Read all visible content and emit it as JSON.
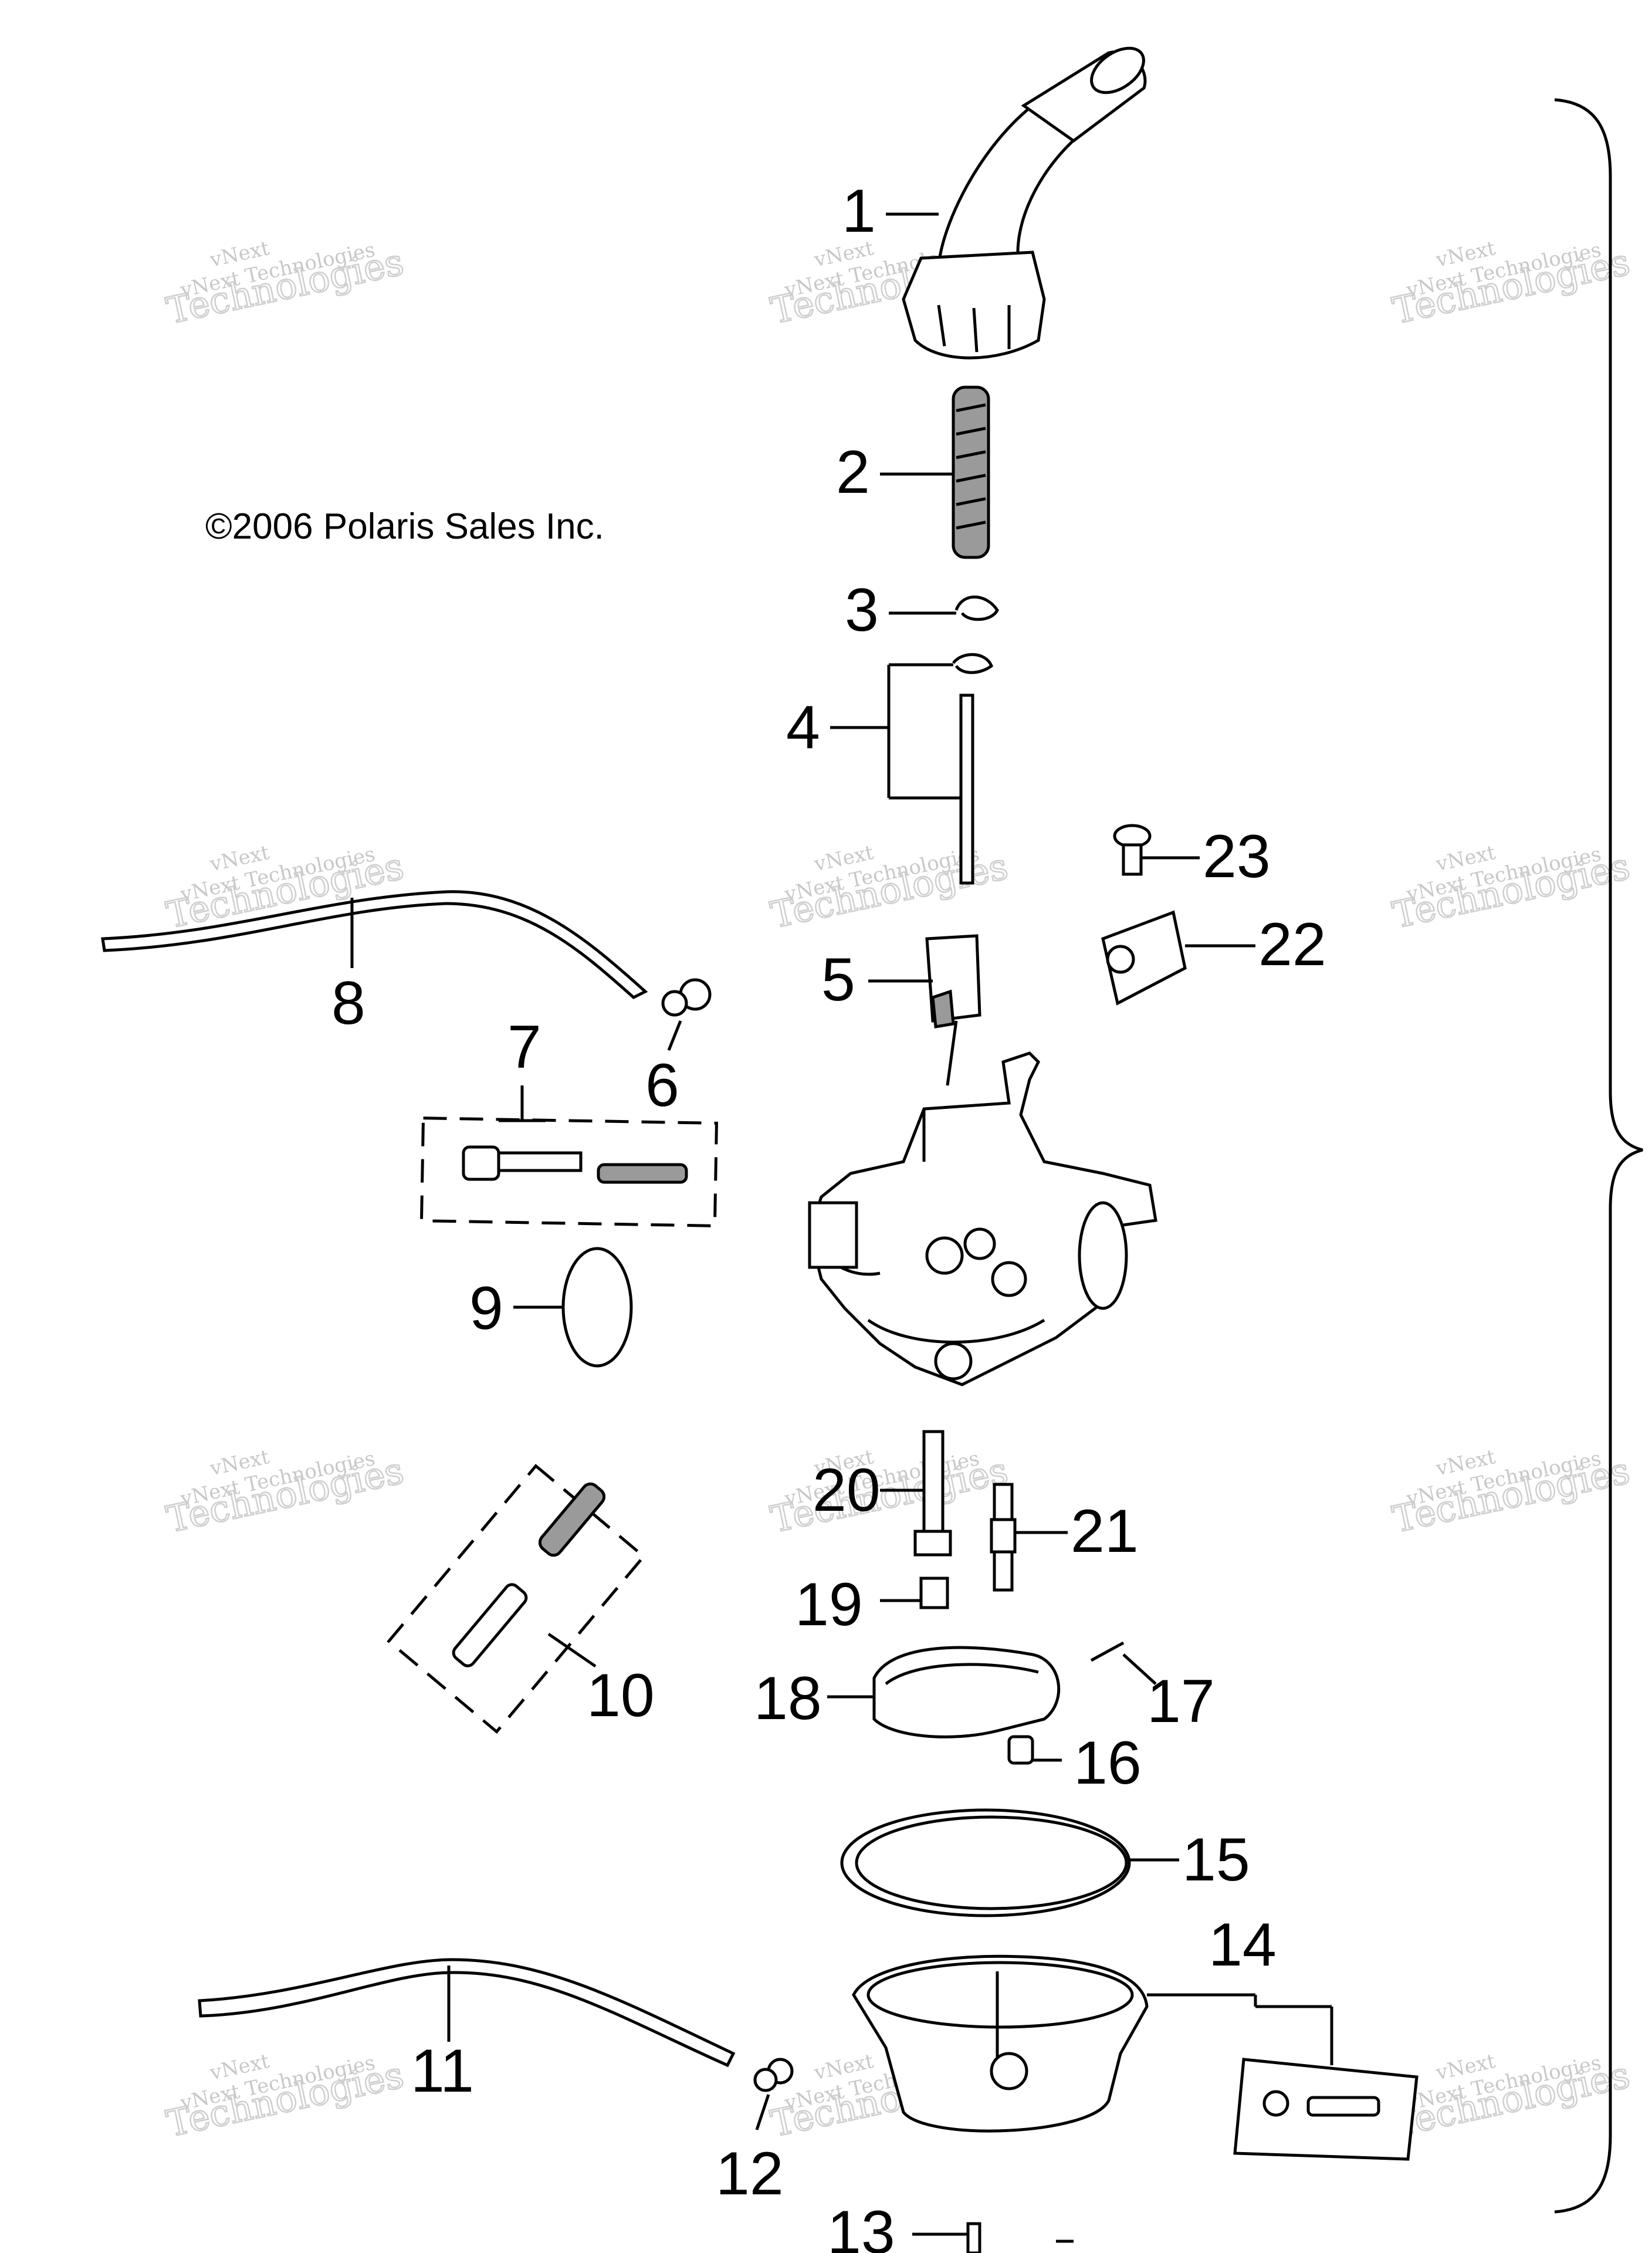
{
  "copyright": "©2006 Polaris Sales Inc.",
  "watermark": {
    "line1": "vNext",
    "line2": "vNext Technologies",
    "line3": "Technologies"
  },
  "callouts": [
    "1",
    "2",
    "3",
    "4",
    "5",
    "6",
    "7",
    "8",
    "9",
    "10",
    "11",
    "12",
    "13",
    "14",
    "15",
    "16",
    "17",
    "18",
    "19",
    "20",
    "21",
    "22",
    "23"
  ]
}
